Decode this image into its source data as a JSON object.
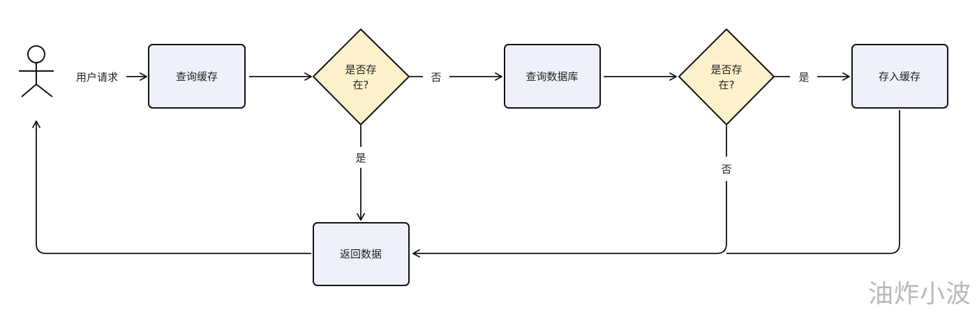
{
  "diagram": {
    "actor_label": "用户请求",
    "nodes": {
      "query_cache": "查询缓存",
      "cache_exists_line1": "是否存",
      "cache_exists_line2": "在?",
      "query_db": "查询数据库",
      "db_exists_line1": "是否存",
      "db_exists_line2": "在?",
      "store_cache": "存入缓存",
      "return_data": "返回数据"
    },
    "edge_labels": {
      "cache_no": "否",
      "cache_yes": "是",
      "db_yes": "是",
      "db_no": "否"
    }
  },
  "colors": {
    "process_fill": "#eef1fa",
    "decision_fill": "#fdf1cc",
    "stroke": "#111111"
  },
  "watermark": "油炸小波"
}
